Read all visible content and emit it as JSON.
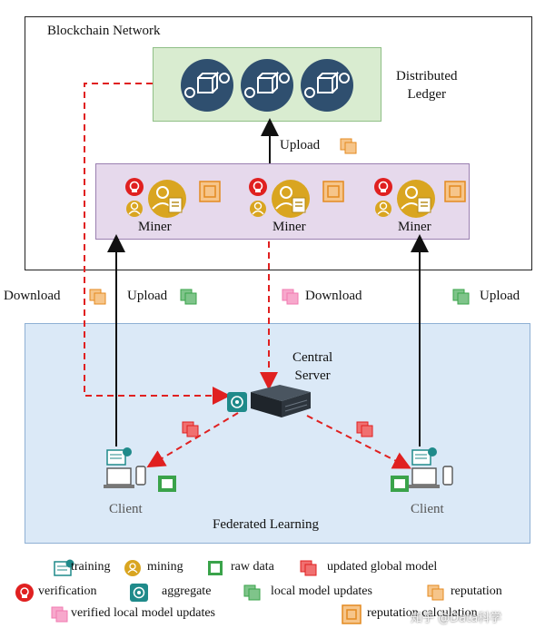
{
  "blockchain": {
    "title": "Blockchain Network"
  },
  "ledger": {
    "label_line1": "Distributed",
    "label_line2": "Ledger"
  },
  "upload_top": "Upload",
  "miners": [
    "Miner",
    "Miner",
    "Miner"
  ],
  "flows": {
    "download_left": "Download",
    "upload_left": "Upload",
    "download_center": "Download",
    "upload_right": "Upload"
  },
  "server": {
    "line1": "Central",
    "line2": "Server"
  },
  "clients": [
    "Client",
    "Client"
  ],
  "federated": {
    "title": "Federated Learning"
  },
  "legend": {
    "training": "training",
    "mining": "mining",
    "raw_data": "raw data",
    "updated_global_model": "updated global model",
    "verification": "verification",
    "aggregate": "aggregate",
    "local_model_updates": "local model updates",
    "reputation": "reputation",
    "verified_local_model_updates": "verified local model updates",
    "reputation_calculation": "reputation calculation"
  },
  "watermark": "知乎 @Data科学",
  "colors": {
    "ledger_fill": "#d9ecd0",
    "ledger_border": "#8fbf86",
    "miner_fill": "#e6d9ec",
    "miner_border": "#9a7fb0",
    "fl_fill": "#dbe9f7",
    "fl_border": "#8fb0d4",
    "dashed_red": "#e02020",
    "block_icon": "#2f4f6f",
    "orange": "#e48a20",
    "green": "#3aa34a",
    "red": "#e02020",
    "pink": "#f07ab0",
    "gold": "#d9a520",
    "teal": "#1f8a8a"
  }
}
